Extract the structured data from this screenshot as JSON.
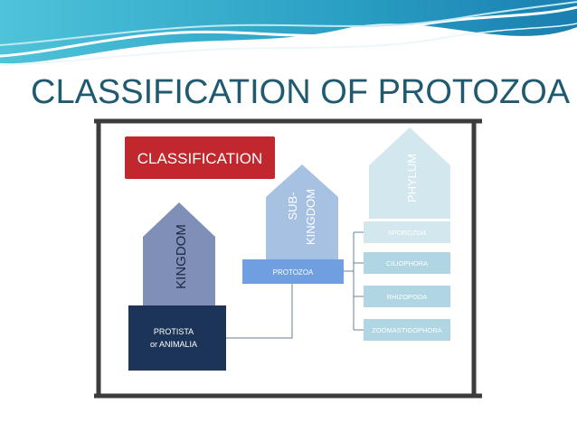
{
  "slide": {
    "title": "CLASSIFICATION OF PROTOZOA"
  },
  "diagram": {
    "header_label": "CLASSIFICATION",
    "kingdom_label": "KINGDOM",
    "kingdom_value_line1": "PROTISTA",
    "kingdom_value_line2": "or ANIMALIA",
    "subkingdom_label_line1": "SUB-",
    "subkingdom_label_line2": "KINGDOM",
    "subkingdom_value": "PROTOZOA",
    "phylum_label": "PHYLUM",
    "phyla": [
      "SPOROZOA",
      "CILIOPHORA",
      "RHIZOPODA",
      "ZOOMASTIGOPHORA"
    ]
  },
  "colors": {
    "title": "#1f5a70",
    "header_red": "#c0282d",
    "kingdom_arrow": "#7f8fb8",
    "kingdom_box": "#1c3457",
    "subkingdom_arrow": "#a7c1e3",
    "subkingdom_box": "#6f9fde",
    "phylum_arrow": "#d2e7ee",
    "phylum_box": "#b0d6e3",
    "connector": "#6a7f99",
    "frame": "#3c3c3c"
  }
}
